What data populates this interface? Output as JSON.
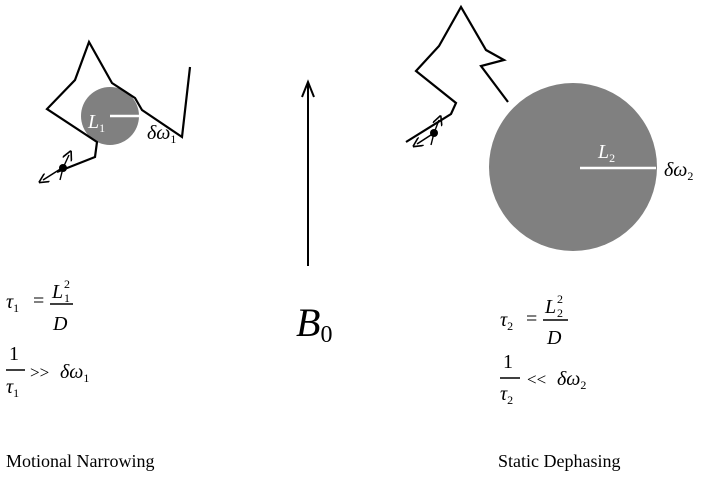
{
  "colors": {
    "ink": "#000000",
    "region": "#808080",
    "background": "#ffffff"
  },
  "field": {
    "symbol": "B",
    "subscript": "0"
  },
  "panels": [
    {
      "caption": "Motional Narrowing",
      "length_symbol": "L",
      "length_sub": "1",
      "freq_symbol": "δω",
      "freq_sub": "1",
      "tau_symbol": "τ",
      "tau_sub": "1",
      "equals": "=",
      "numerator_symbol": "L",
      "numerator_sub": "1",
      "numerator_sup": "2",
      "denominator": "D",
      "one": "1",
      "relation": ">>",
      "rel_freq_symbol": "δω",
      "rel_freq_sub": "1"
    },
    {
      "caption": "Static Dephasing",
      "length_symbol": "L",
      "length_sub": "2",
      "freq_symbol": "δω",
      "freq_sub": "2",
      "tau_symbol": "τ",
      "tau_sub": "2",
      "equals": "=",
      "numerator_symbol": "L",
      "numerator_sub": "2",
      "numerator_sup": "2",
      "denominator": "D",
      "one": "1",
      "relation": "<<",
      "rel_freq_symbol": "δω",
      "rel_freq_sub": "2"
    }
  ]
}
